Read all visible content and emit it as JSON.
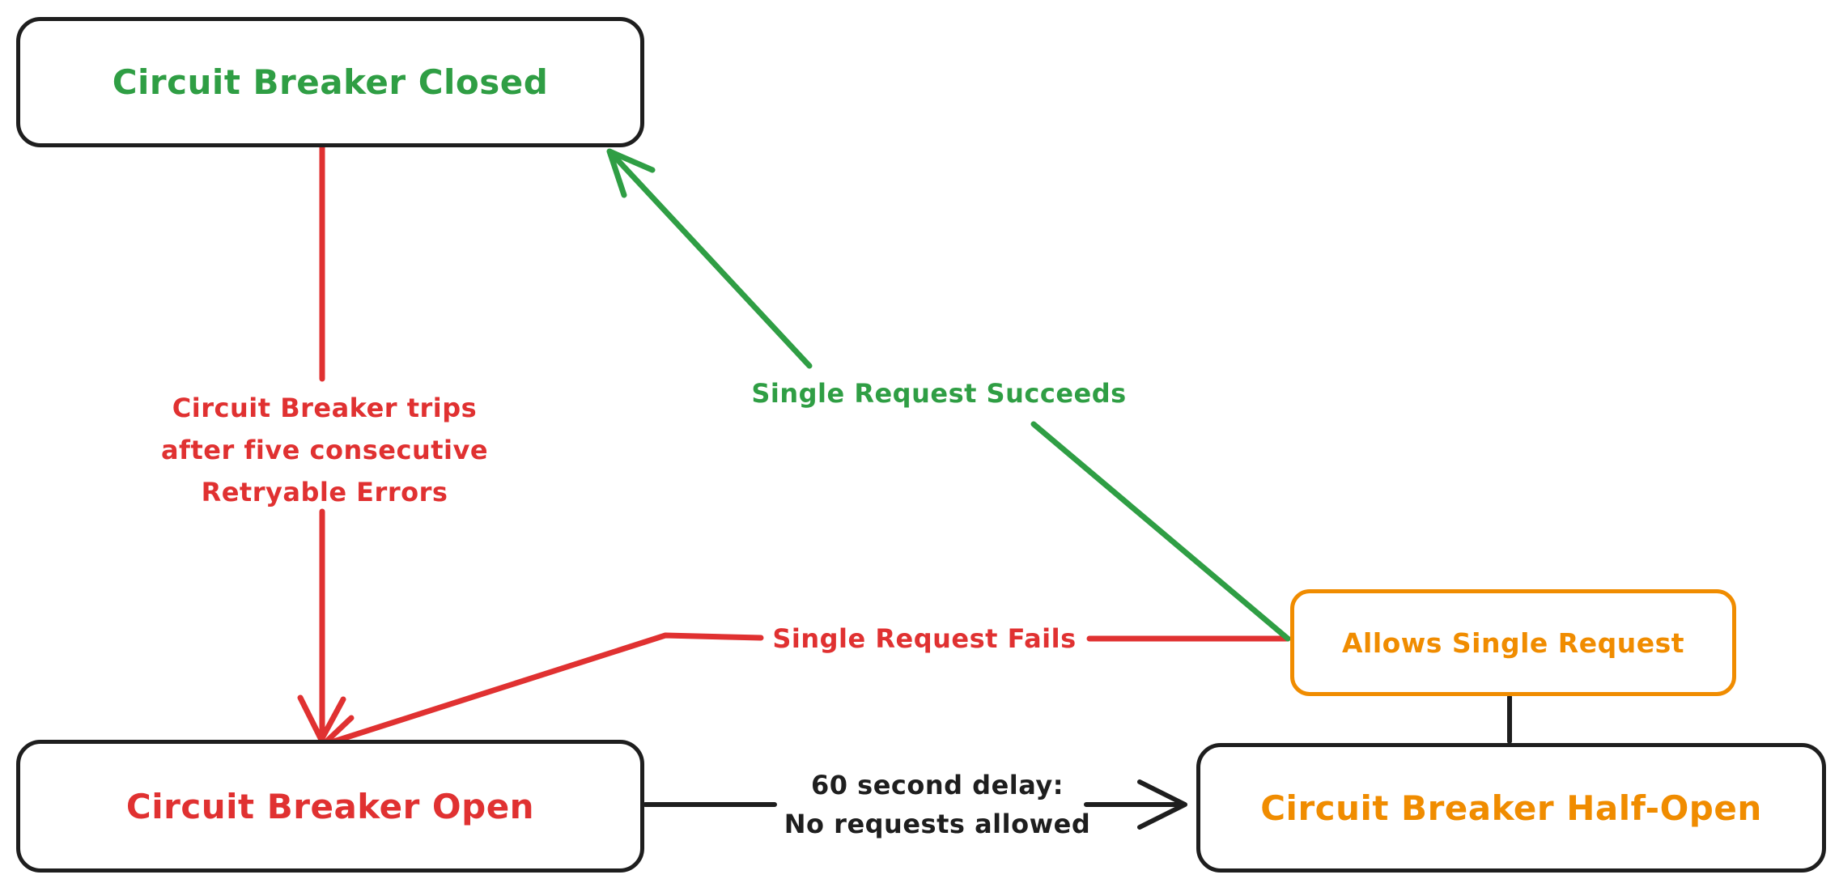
{
  "diagram": {
    "type": "state-diagram",
    "subject": "Circuit Breaker",
    "colors": {
      "background": "#ffffff",
      "stroke_black": "#1e1e1e",
      "red": "#e03131",
      "green": "#2f9e44",
      "orange": "#f08c00"
    },
    "states": {
      "closed": {
        "label": "Circuit Breaker Closed"
      },
      "open": {
        "label": "Circuit Breaker Open"
      },
      "half_open": {
        "label": "Circuit Breaker Half-Open"
      },
      "allows_single_request": {
        "label": "Allows Single Request"
      }
    },
    "transitions": {
      "trips": {
        "from": "closed",
        "to": "open",
        "lines": [
          "Circuit Breaker trips",
          "after five consecutive",
          "Retryable Errors"
        ]
      },
      "single_request_succeeds": {
        "from": "allows_single_request",
        "to": "closed",
        "label": "Single Request Succeeds"
      },
      "single_request_fails": {
        "from": "allows_single_request",
        "to": "open",
        "label": "Single Request Fails"
      },
      "delay": {
        "from": "open",
        "to": "half_open",
        "lines": [
          "60 second delay:",
          "No requests allowed"
        ]
      },
      "half_open_allows": {
        "from": "allows_single_request",
        "to": "half_open",
        "label": ""
      }
    }
  }
}
